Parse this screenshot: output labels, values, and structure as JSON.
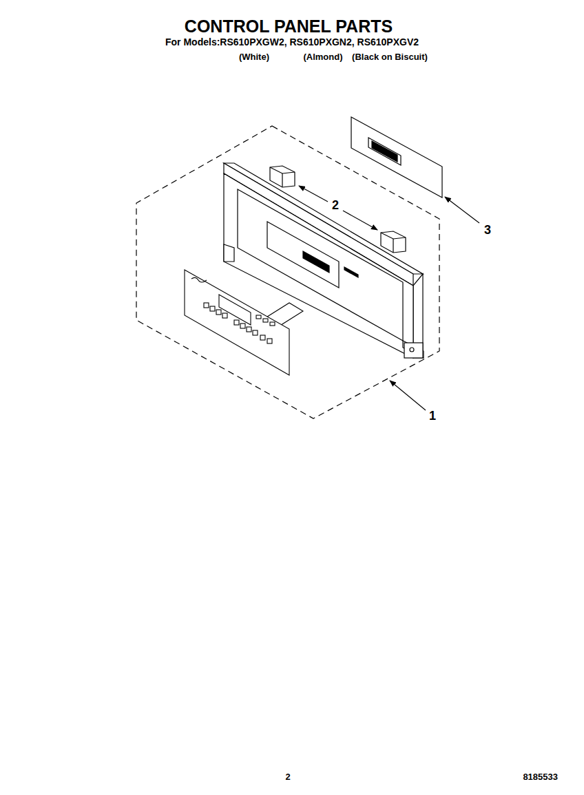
{
  "diagram": {
    "title": "CONTROL PANEL PARTS",
    "labels": [
      "For Models:RS610PXGW2, RS610PXGN2, RS610PXGV2",
      "(White)",
      "(Almond)",
      "(Black on Biscuit)",
      "2",
      "3",
      "1",
      "2",
      "8185533"
    ]
  }
}
